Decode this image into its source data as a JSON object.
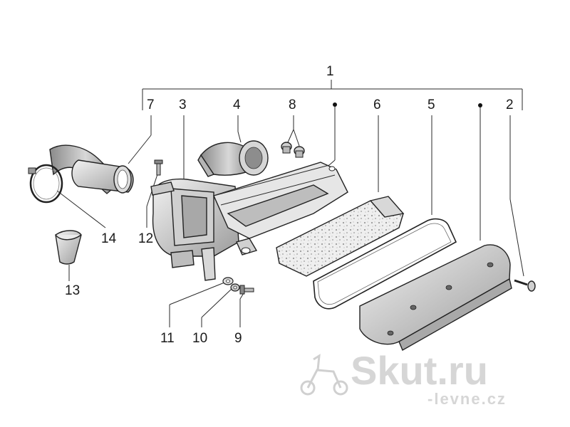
{
  "callouts": {
    "c1": "1",
    "c2": "2",
    "c3": "3",
    "c4": "4",
    "c5": "5",
    "c6": "6",
    "c7": "7",
    "c8": "8",
    "c9": "9",
    "c10": "10",
    "c11": "11",
    "c12": "12",
    "c13": "13",
    "c14": "14"
  },
  "watermark": {
    "brand": "Skut.ru",
    "sub": "-levne.cz"
  }
}
